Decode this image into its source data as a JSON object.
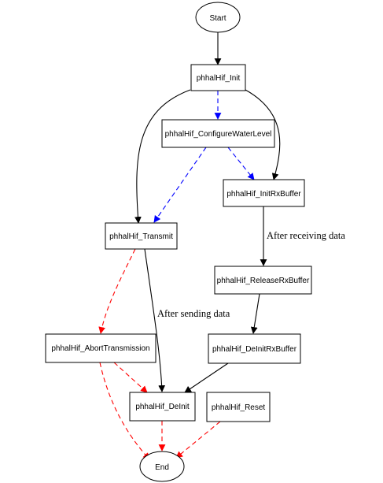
{
  "nodes": {
    "start": "Start",
    "init": "phhalHif_Init",
    "configure": "phhalHif_ConfigureWaterLevel",
    "init_rx": "phhalHif_InitRxBuffer",
    "transmit": "phhalHif_Transmit",
    "release_rx": "phhalHif_ReleaseRxBuffer",
    "abort": "phhalHif_AbortTransmission",
    "deinit_rx": "phhalHif_DeInitRxBuffer",
    "deinit": "phhalHif_DeInit",
    "reset": "phhalHif_Reset",
    "end": "End"
  },
  "edge_labels": {
    "after_receiving": "After receiving data",
    "after_sending": "After sending data"
  },
  "colors": {
    "solid": "#000000",
    "optional": "#0000ff",
    "abort": "#ff0000"
  }
}
